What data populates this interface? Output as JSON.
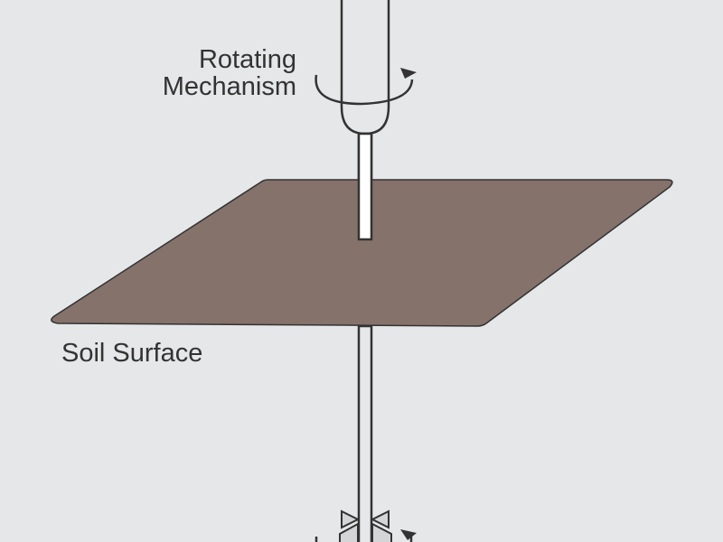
{
  "labels": {
    "rotating_line1": "Rotating",
    "rotating_line2": "Mechanism",
    "soil_surface": "Soil Surface"
  },
  "colors": {
    "background": "#e6e7e9",
    "soil": "#85726b",
    "stroke": "#333333",
    "blade": "#d4d5d7"
  }
}
